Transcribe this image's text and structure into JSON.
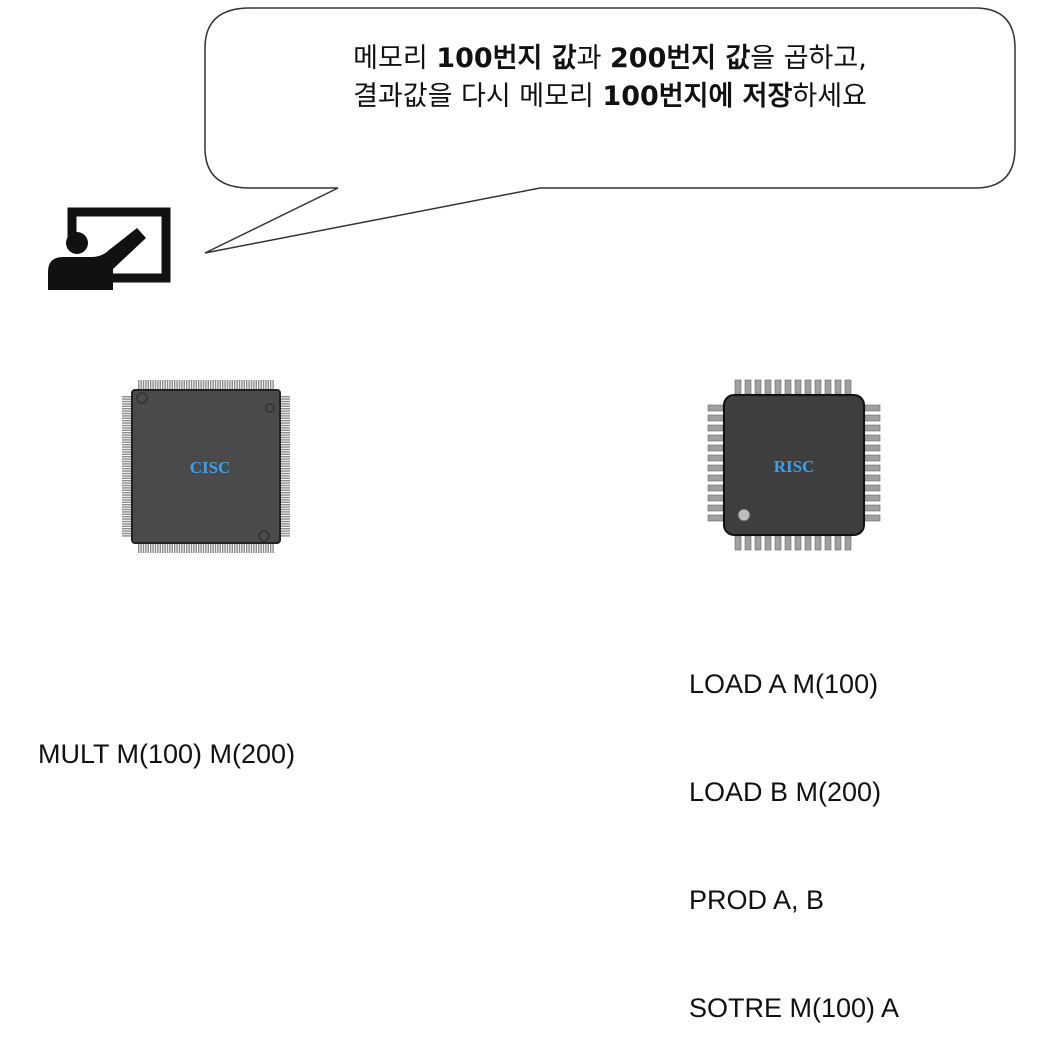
{
  "speech": {
    "line1": [
      {
        "text": "메모리 ",
        "bold": false
      },
      {
        "text": "100번지 값",
        "bold": true
      },
      {
        "text": "과 ",
        "bold": false
      },
      {
        "text": "200번지 값",
        "bold": true
      },
      {
        "text": "을 곱하고,",
        "bold": false
      }
    ],
    "line2": [
      {
        "text": "결과값을 다시 메모리 ",
        "bold": false
      },
      {
        "text": "100번지에 저장",
        "bold": true
      },
      {
        "text": "하세요",
        "bold": false
      }
    ]
  },
  "teacher_icon": "teacher-presenting-icon",
  "cisc": {
    "label": "CISC",
    "instructions": [
      "MULT M(100) M(200)"
    ]
  },
  "risc": {
    "label": "RISC",
    "instructions": [
      "LOAD A M(100)",
      "LOAD B M(200)",
      "PROD A, B",
      "SOTRE M(100) A"
    ]
  },
  "colors": {
    "chip_body": "#4a4a4a",
    "chip_label": "#3fa0e8",
    "pins": "#a0a0a0",
    "outline": "#222222"
  }
}
